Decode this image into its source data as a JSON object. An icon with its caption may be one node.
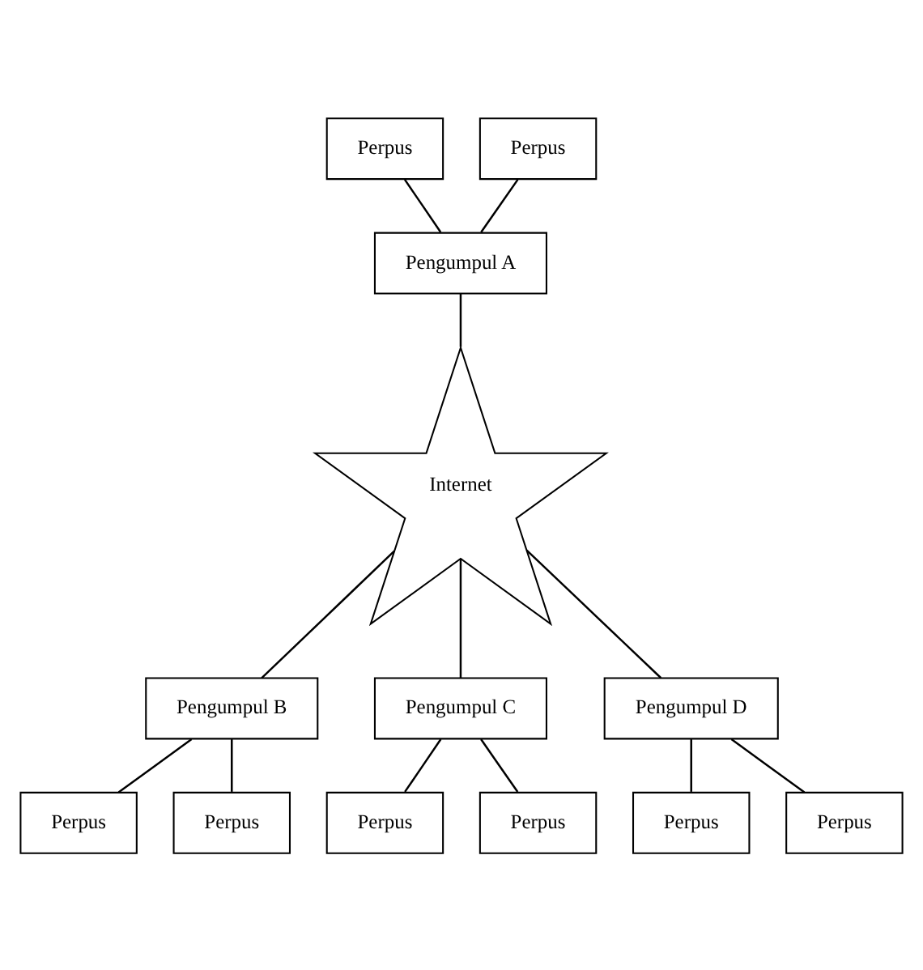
{
  "diagram": {
    "nodes": [
      {
        "text": [
          "Perpus"
        ]
      },
      {
        "text": [
          "Perpus"
        ]
      },
      {
        "text": [
          "Pengumpul A"
        ]
      },
      {
        "text": [
          "Internet"
        ]
      },
      {
        "text": [
          "Pengumpul B"
        ]
      },
      {
        "text": [
          "Pengumpul C"
        ]
      },
      {
        "text": [
          "Pengumpul D"
        ]
      },
      {
        "text": [
          "Perpus"
        ]
      },
      {
        "text": [
          "Perpus"
        ]
      },
      {
        "text": [
          "Perpus"
        ]
      },
      {
        "text": [
          "Perpus"
        ]
      },
      {
        "text": [
          "Perpus"
        ]
      },
      {
        "text": [
          "Perpus"
        ]
      }
    ],
    "edges": [
      {
        "from": 0,
        "to": 2,
        "arrow": "none"
      },
      {
        "from": 1,
        "to": 2,
        "arrow": "none"
      },
      {
        "from": 2,
        "to": 3,
        "arrow": "none"
      },
      {
        "from": 3,
        "to": 4,
        "arrow": "none"
      },
      {
        "from": 3,
        "to": 5,
        "arrow": "none"
      },
      {
        "from": 3,
        "to": 6,
        "arrow": "none"
      },
      {
        "from": 4,
        "to": 7,
        "arrow": "none"
      },
      {
        "from": 4,
        "to": 8,
        "arrow": "none"
      },
      {
        "from": 5,
        "to": 9,
        "arrow": "none"
      },
      {
        "from": 5,
        "to": 10,
        "arrow": "none"
      },
      {
        "from": 6,
        "to": 11,
        "arrow": "none"
      },
      {
        "from": 6,
        "to": 12,
        "arrow": "none"
      }
    ]
  }
}
